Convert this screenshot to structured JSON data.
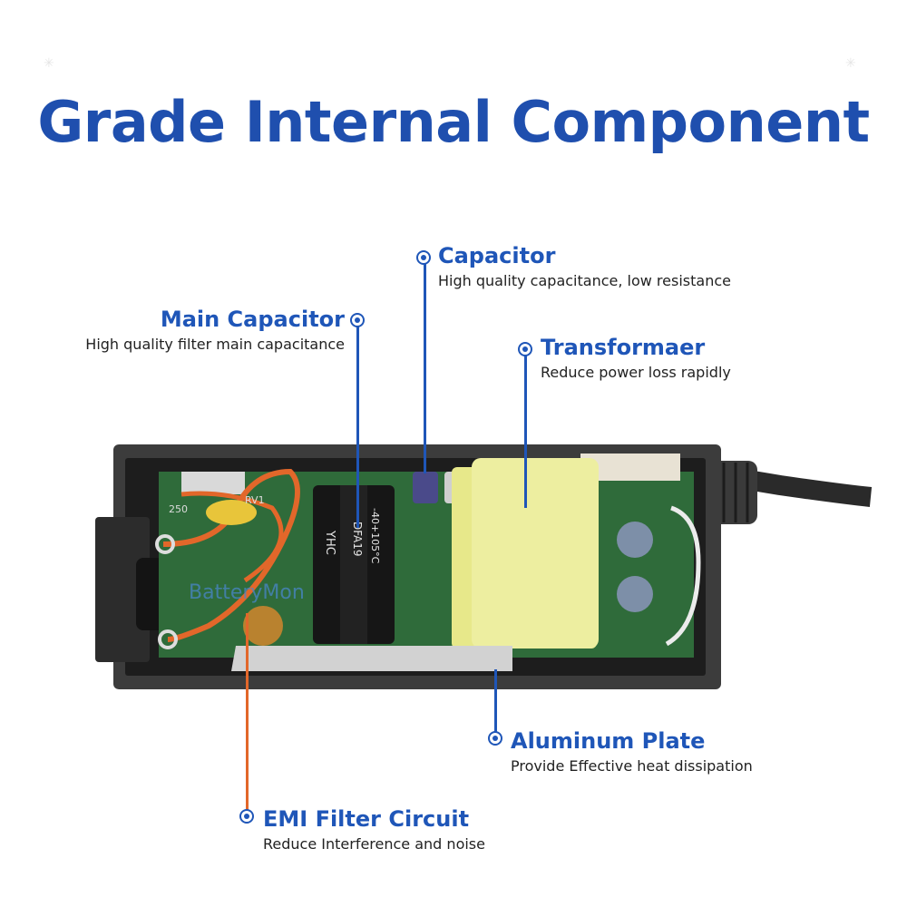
{
  "title": "Grade Internal Component",
  "callouts": {
    "capacitor": {
      "heading": "Capacitor",
      "desc": "High quality capacitance, low resistance"
    },
    "main_capacitor": {
      "heading": "Main Capacitor",
      "desc": "High quality filter main capacitance"
    },
    "transformer": {
      "heading": "Transformaer",
      "desc": "Reduce power loss rapidly"
    },
    "aluminum_plate": {
      "heading": "Aluminum Plate",
      "desc": "Provide Effective heat dissipation"
    },
    "emi_filter": {
      "heading": "EMI Filter Circuit",
      "desc": "Reduce Interference and noise"
    }
  },
  "watermark": "BatteryMon",
  "pcb_markings": {
    "cap1": "YHC",
    "cap1_spec": "DFA19",
    "cap1_temp": "-40+105°C",
    "board_code": "250",
    "rv": "RV1"
  },
  "colors": {
    "accent": "#1f56b8",
    "title": "#1f4fae",
    "orange": "#e2672a",
    "pcb": "#2f6b3a",
    "case": "#3a3a3a"
  },
  "icons": {
    "bullet": "target-dot-icon",
    "decor": "sparkle-icon"
  }
}
